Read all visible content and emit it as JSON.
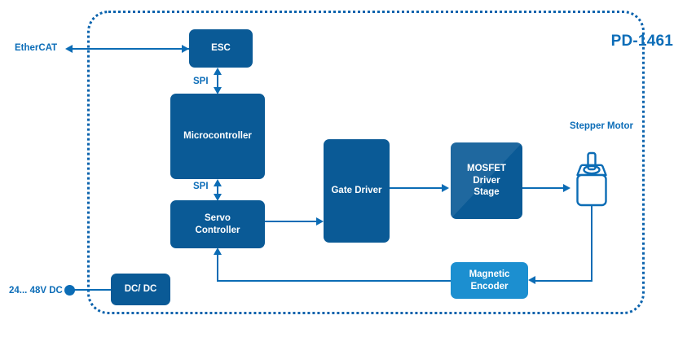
{
  "diagram": {
    "enclosure_label": "PD-1461",
    "accent_color": "#0C6DB8",
    "block_color": "#0A5A96",
    "light_block_color": "#1C8FD0",
    "line_color": "#0B6CB5"
  },
  "blocks": {
    "esc": "ESC",
    "microcontroller": "Microcontroller",
    "servo_controller_line1": "Servo",
    "servo_controller_line2": "Controller",
    "gate_driver": "Gate Driver",
    "mosfet_line1": "MOSFET",
    "mosfet_line2": "Driver",
    "mosfet_line3": "Stage",
    "magnetic_encoder_line1": "Magnetic",
    "magnetic_encoder_line2": "Encoder",
    "dc_dc": "DC/ DC"
  },
  "labels": {
    "ethercat": "EtherCAT",
    "power_input": "24... 48V DC",
    "spi_top": "SPI",
    "spi_bottom": "SPI",
    "stepper_motor_line1": "Stepper",
    "stepper_motor_line2": "Motor"
  }
}
